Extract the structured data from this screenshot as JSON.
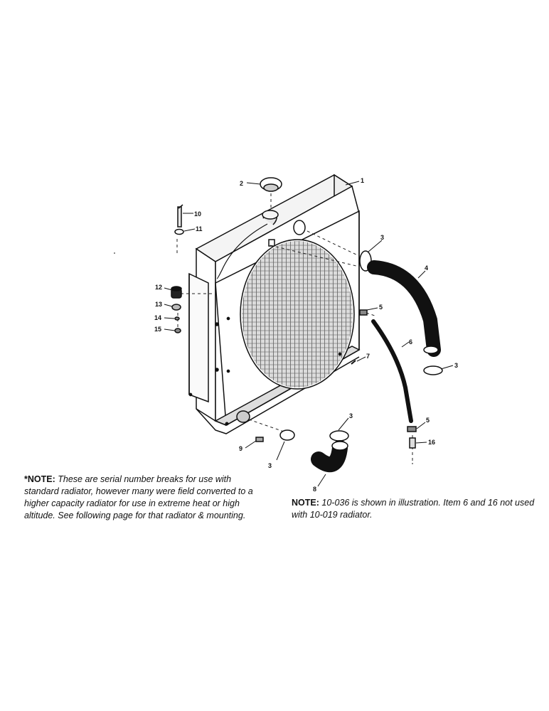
{
  "callouts": {
    "c1": "1",
    "c2": "2",
    "c3a": "3",
    "c3b": "3",
    "c3c": "3",
    "c3d": "3",
    "c4": "4",
    "c5a": "5",
    "c5b": "5",
    "c6": "6",
    "c7": "7",
    "c8": "8",
    "c9": "9",
    "c10": "10",
    "c11": "11",
    "c12": "12",
    "c13": "13",
    "c14": "14",
    "c15": "15",
    "c16": "16"
  },
  "notes": {
    "left_label": "*NOTE:",
    "left_text": "These are serial number breaks for use with standard radiator, however many were field converted to a higher capacity radiator for use in extreme heat or high altitude. See following page for that radiator & mounting.",
    "right_label": "NOTE:",
    "right_text": "10-036 is shown in illustration. Item 6 and 16 not used with 10-019 radiator."
  }
}
